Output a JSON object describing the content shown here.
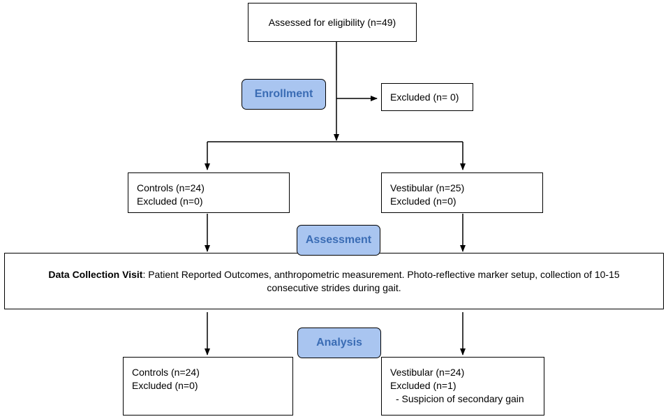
{
  "eligibility": {
    "text": "Assessed for eligibility (n=49)"
  },
  "excluded_top": {
    "text": "Excluded (n= 0)"
  },
  "stages": {
    "enrollment": "Enrollment",
    "assessment": "Assessment",
    "analysis": "Analysis"
  },
  "controls_enroll": {
    "line1": "Controls (n=24)",
    "line2": "Excluded (n=0)"
  },
  "vestibular_enroll": {
    "line1": "Vestibular (n=25)",
    "line2": "Excluded (n=0)"
  },
  "data_collection": {
    "bold": "Data Collection Visit",
    "text": ": Patient Reported Outcomes, anthropometric measurement. Photo-reflective marker setup, collection of 10-15 consecutive strides during gait."
  },
  "controls_analysis": {
    "line1": "Controls (n=24)",
    "line2": "Excluded (n=0)"
  },
  "vestibular_analysis": {
    "line1": "Vestibular (n=24)",
    "line2": "Excluded (n=1)",
    "line3": "- Suspicion of secondary gain"
  }
}
